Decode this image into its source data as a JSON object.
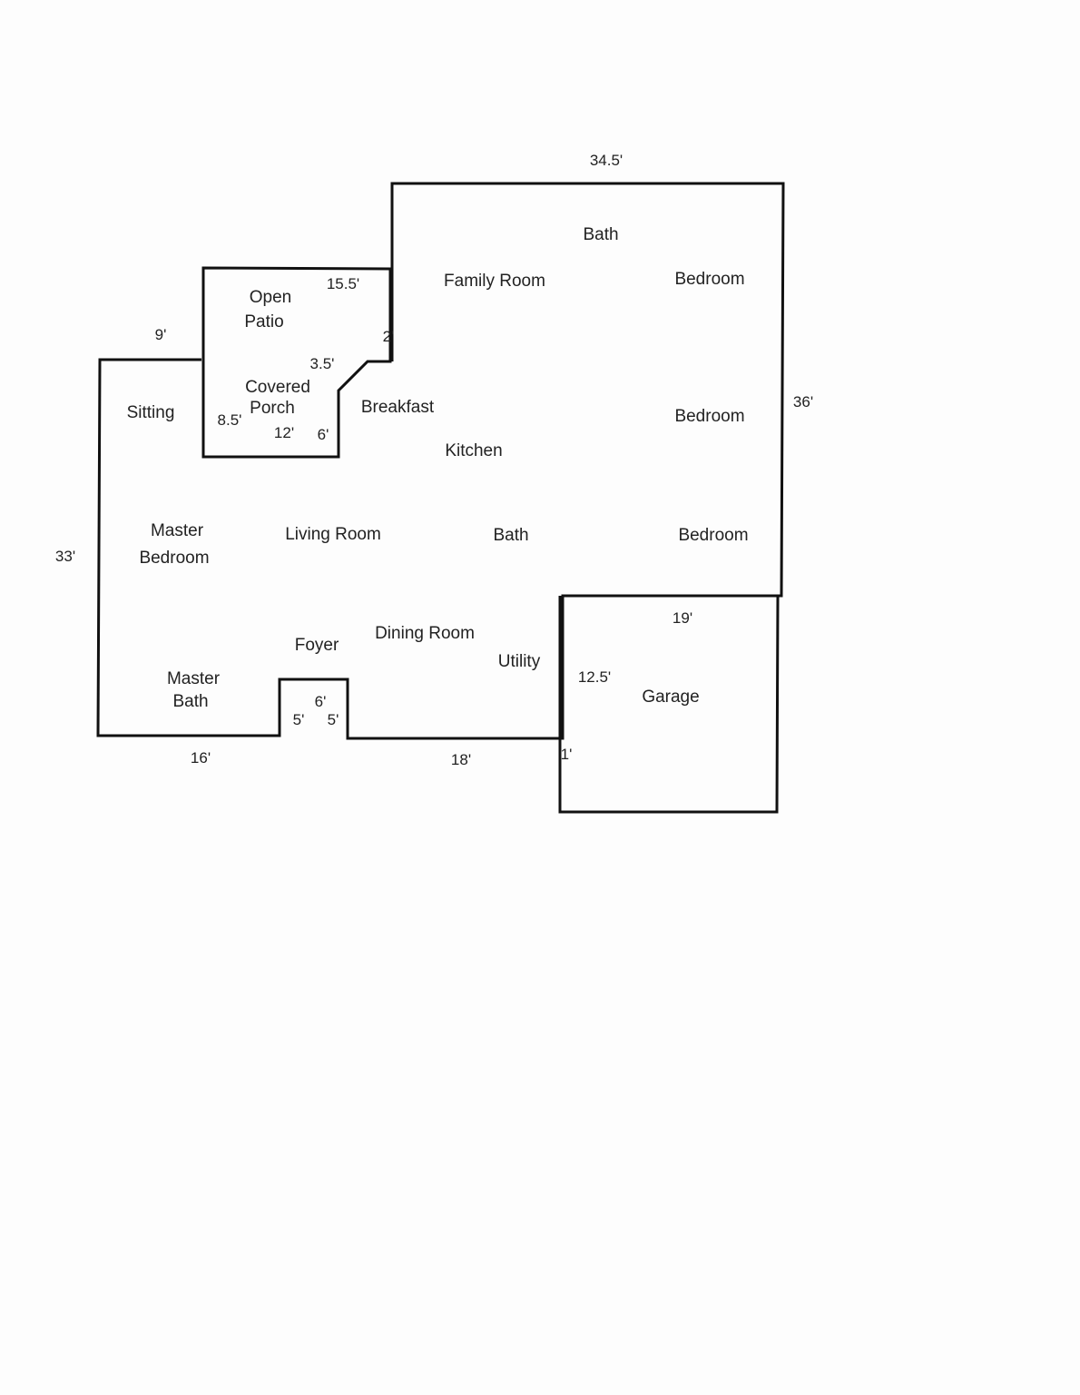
{
  "rooms": {
    "bath_top": "Bath",
    "family_room": "Family Room",
    "bedroom_1": "Bedroom",
    "bedroom_2": "Bedroom",
    "bedroom_3": "Bedroom",
    "open_patio_1": "Open",
    "open_patio_2": "Patio",
    "covered_porch_1": "Covered",
    "covered_porch_2": "Porch",
    "sitting": "Sitting",
    "breakfast": "Breakfast",
    "kitchen": "Kitchen",
    "master_bedroom_1": "Master",
    "master_bedroom_2": "Bedroom",
    "living_room": "Living Room",
    "bath_mid": "Bath",
    "foyer": "Foyer",
    "dining_room": "Dining Room",
    "utility": "Utility",
    "master_bath_1": "Master",
    "master_bath_2": "Bath",
    "garage": "Garage"
  },
  "dimensions": {
    "top": "34.5'",
    "right": "36'",
    "patio_top": "15.5'",
    "patio_step": "2'",
    "porch_diag": "3.5'",
    "porch_left": "8.5'",
    "porch_bottom": "12'",
    "porch_right": "6'",
    "sitting_top": "9'",
    "left": "33'",
    "bottom_left": "16'",
    "foyer_top": "6'",
    "foyer_left": "5'",
    "foyer_right": "5'",
    "bottom_mid": "18'",
    "garage_offset": "1'",
    "garage_top": "19'",
    "garage_left": "12.5'"
  },
  "colors": {
    "line": "#111111"
  }
}
